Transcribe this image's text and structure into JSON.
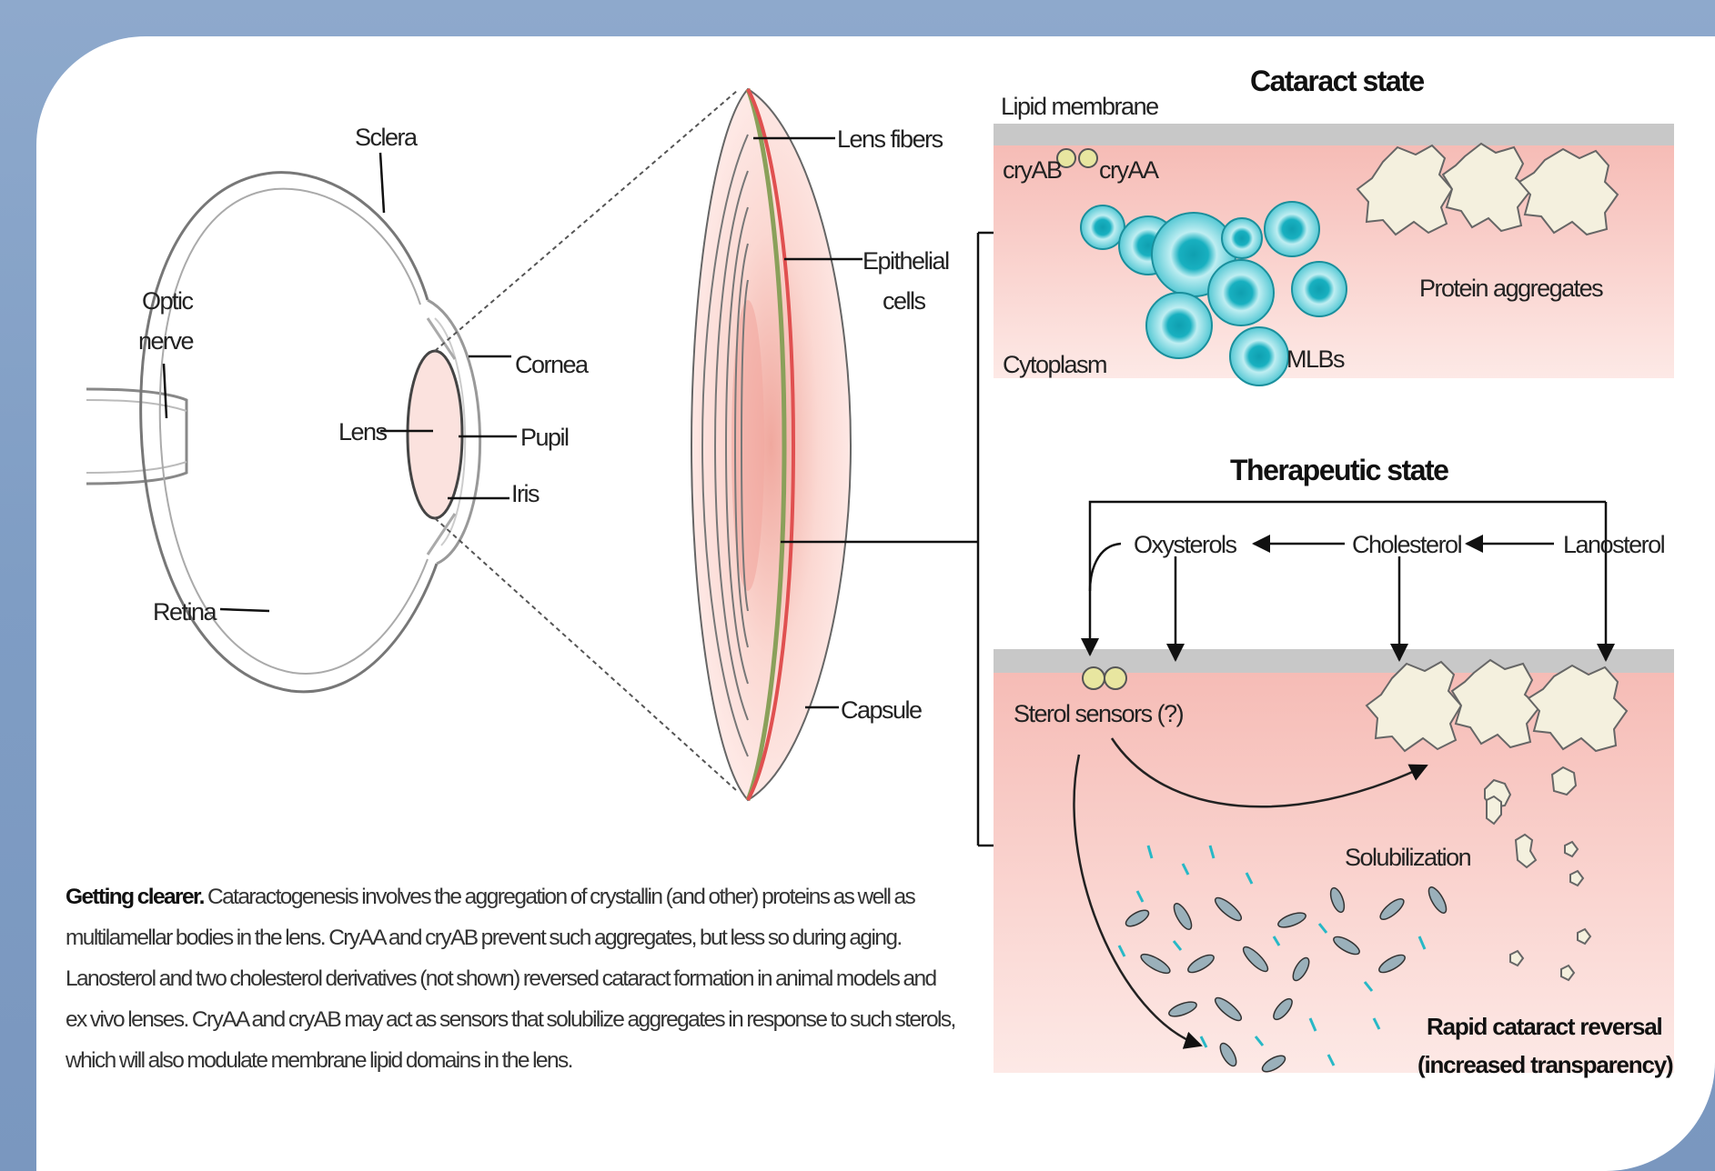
{
  "eye": {
    "labels": {
      "sclera": "Sclera",
      "optic_nerve_1": "Optic",
      "optic_nerve_2": "nerve",
      "cornea": "Cornea",
      "lens": "Lens",
      "pupil": "Pupil",
      "iris": "Iris",
      "retina": "Retina"
    }
  },
  "lens_detail": {
    "labels": {
      "lens_fibers": "Lens fibers",
      "epithelial_1": "Epithelial",
      "epithelial_2": "cells",
      "capsule": "Capsule"
    }
  },
  "cataract": {
    "title": "Cataract state",
    "lipid_membrane": "Lipid membrane",
    "cryab": "cryAB",
    "cryaa": "cryAA",
    "cytoplasm": "Cytoplasm",
    "mlbs": "MLBs",
    "protein_aggregates": "Protein aggregates"
  },
  "therapeutic": {
    "title": "Therapeutic state",
    "oxysterols": "Oxysterols",
    "cholesterol": "Cholesterol",
    "lanosterol": "Lanosterol",
    "sterol_sensors": "Sterol sensors (?)",
    "solubilization": "Solubilization",
    "reversal_1": "Rapid cataract reversal",
    "reversal_2": "(increased transparency)"
  },
  "caption": {
    "lead": "Getting clearer.",
    "text": "Cataractogenesis involves the aggregation of crystallin (and other) proteins as well as multilamellar bodies in the lens. CryAA and cryAB prevent such aggregates, but less so during aging. Lanosterol and two cholesterol derivatives (not shown) reversed cataract formation in animal models and ex vivo lenses. CryAA and cryAB may act as sensors that solubilize aggregates in response to such sterols, which will also modulate membrane lipid domains in the lens."
  },
  "colors": {
    "background": "#7f9dc4",
    "membrane_gray": "#c8c8c8",
    "cytoplasm_pink": "#f7c6c2",
    "mlb_cyan": "#27b8c6",
    "aggregate_cream": "#f4f0de",
    "capsule_red": "#e05050",
    "epithelium_green": "#8aa05a"
  }
}
